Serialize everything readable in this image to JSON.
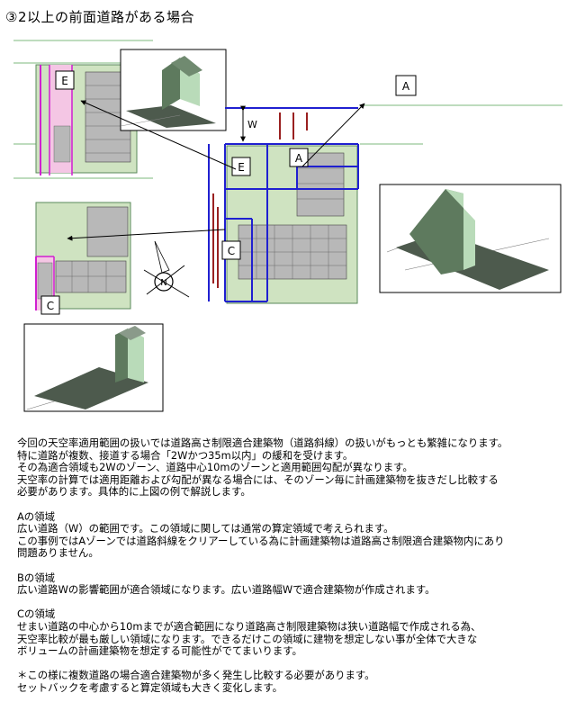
{
  "title": "③2以上の前面道路がある場合",
  "figure": {
    "labels": {
      "A_callout": "A",
      "A_plan": "A",
      "E_plan": "E",
      "E_left": "E",
      "C_plan": "C",
      "C_left": "C",
      "W": "W",
      "north": "N"
    }
  },
  "text": {
    "intro": [
      "今回の天空率適用範囲の扱いでは道路高さ制限適合建築物（道路斜線）の扱いがもっとも繁雑になります。",
      "特に道路が複数、接道する場合「2Wかつ35m以内」の緩和を受けます。",
      "その為適合領域も2Wのゾーン、道路中心10mのゾーンと適用範囲勾配が異なります。",
      "天空率の計算では適用距離および勾配が異なる場合には、そのゾーン毎に計画建築物を抜きだし比較する",
      "必要があります。具体的に上図の例で解説します。"
    ],
    "a_heading": "Aの領域",
    "a_body": [
      "広い道路（W）の範囲です。この領域に関しては通常の算定領域で考えられます。",
      "この事例ではAゾーンでは道路斜線をクリアーしている為に計画建築物は道路高さ制限適合建築物内にあり",
      "問題ありません。"
    ],
    "b_heading": "Bの領域",
    "b_body": [
      "広い道路Wの影響範囲が適合領域になります。広い道路幅Wで適合建築物が作成されます。"
    ],
    "c_heading": "Cの領域",
    "c_body": [
      "せまい道路の中心から10mまでが適合範囲になり道路高さ制限建築物は狭い道路幅で作成される為、",
      "天空率比較が最も厳しい領域になります。できるだけこの領域に建物を想定しない事が全体で大きな",
      "ボリュームの計画建築物を想定する可能性がでてまいります。"
    ],
    "note": [
      "＊この様に複数道路の場合適合建築物が多く発生し比較する必要があります。",
      "セットバックを考慮すると算定領域も大きく変化します。"
    ]
  }
}
